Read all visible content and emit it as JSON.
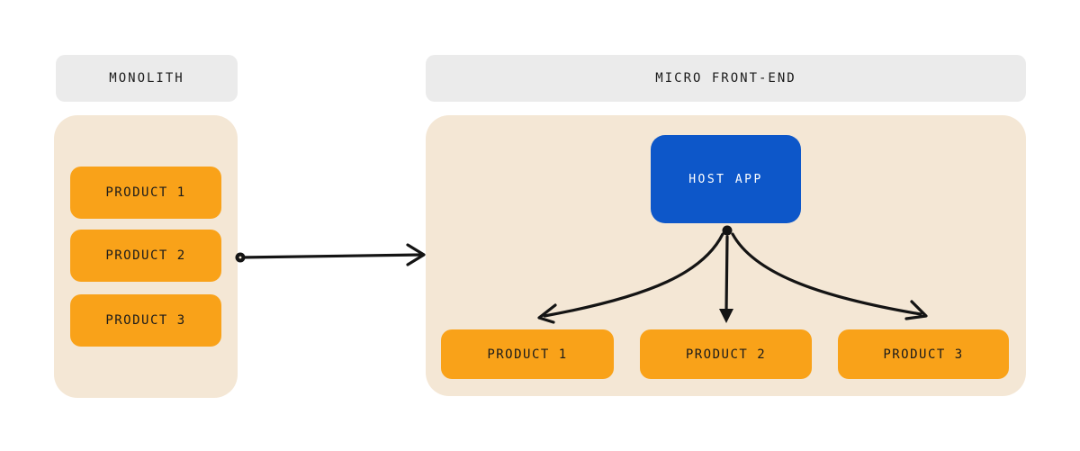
{
  "colors": {
    "background": "#ffffff",
    "header_bg": "#ebebeb",
    "container_bg": "#f4e7d5",
    "product_bg": "#f9a219",
    "host_bg": "#0d57c9",
    "text_dark": "#1b1b1b",
    "text_light": "#ffffff",
    "arrow": "#141414"
  },
  "monolith": {
    "title": "MONOLITH",
    "products": [
      {
        "label": "PRODUCT 1"
      },
      {
        "label": "PRODUCT 2"
      },
      {
        "label": "PRODUCT 3"
      }
    ]
  },
  "micro_frontend": {
    "title": "MICRO FRONT-END",
    "host": {
      "label": "HOST APP"
    },
    "products": [
      {
        "label": "PRODUCT 1"
      },
      {
        "label": "PRODUCT 2"
      },
      {
        "label": "PRODUCT 3"
      }
    ]
  }
}
